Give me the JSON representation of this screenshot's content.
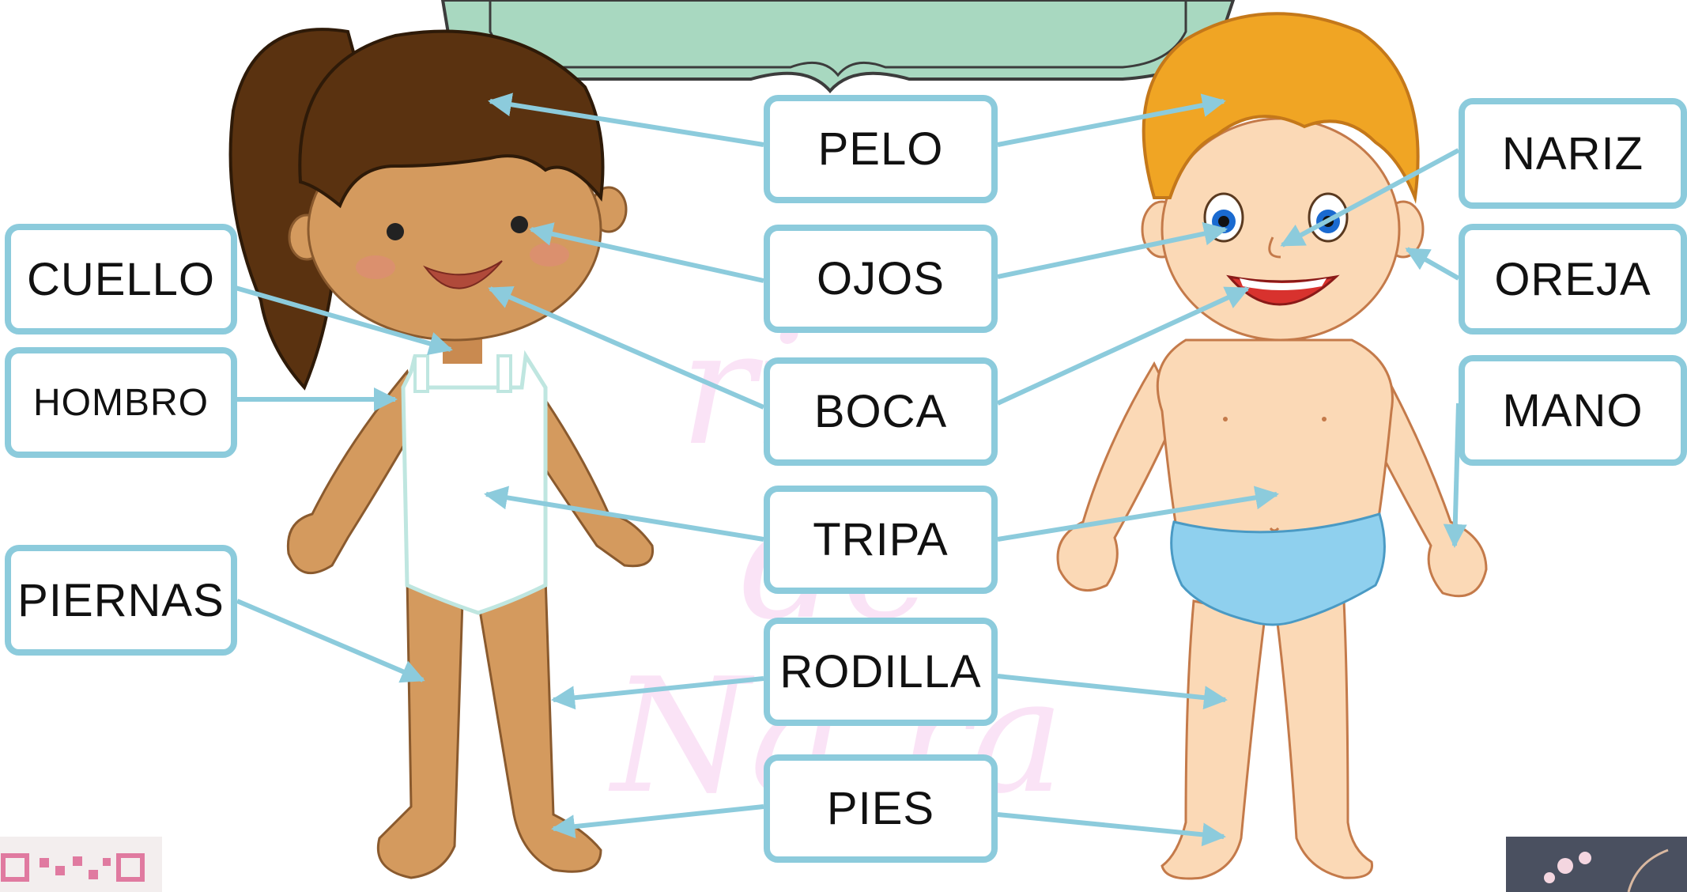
{
  "labels": {
    "pelo": "PELO",
    "ojos": "OJOS",
    "boca": "BOCA",
    "tripa": "TRIPA",
    "rodilla": "RODILLA",
    "pies": "PIES",
    "cuello": "CUELLO",
    "hombro": "HOMBRO",
    "piernas": "PIERNAS",
    "nariz": "NARIZ",
    "oreja": "OREJA",
    "mano": "MANO"
  },
  "colors": {
    "label_border": "#8ccbdc",
    "arrow": "#8ccbdc",
    "banner": "#a8d8c0",
    "girl_hair": "#5a3210",
    "girl_skin": "#d49a5e",
    "boy_hair": "#f0a524",
    "boy_skin": "#fbd9b6",
    "diaper": "#8fd0ee"
  },
  "icons": [
    "qr-code-icon",
    "floral-logo-icon"
  ]
}
